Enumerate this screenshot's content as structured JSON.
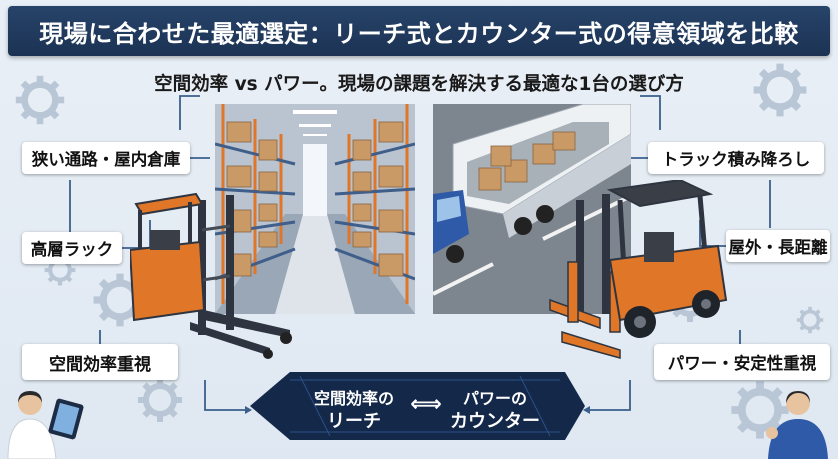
{
  "header": {
    "title": "現場に合わせた最適選定：リーチ式とカウンター式の得意領域を比較"
  },
  "subtitle": "空間効率 vs パワー。現場の課題を解決する最適な1台の選び方",
  "left_labels": {
    "narrow_aisle": "狭い通路・屋内倉庫",
    "high_rack": "高層ラック",
    "space_priority": "空間効率重視"
  },
  "right_labels": {
    "truck_loading": "トラック積み降ろし",
    "outdoor_long": "屋外・長距離",
    "power_priority": "パワー・安定性重視"
  },
  "comparison_arrow": {
    "left_line1": "空間効率の",
    "left_line2": "リーチ",
    "symbol": "⟺",
    "right_line1": "パワーの",
    "right_line2": "カウンター"
  },
  "colors": {
    "header_bg": "#1f3a5f",
    "arrow_bg": "#14284a",
    "forklift_orange": "#e07628",
    "page_bg": "#e4ecf4"
  },
  "icons": [
    "gear-icon",
    "reach-forklift-icon",
    "counterbalance-forklift-icon",
    "truck-icon",
    "tablet-icon",
    "person-icon"
  ]
}
